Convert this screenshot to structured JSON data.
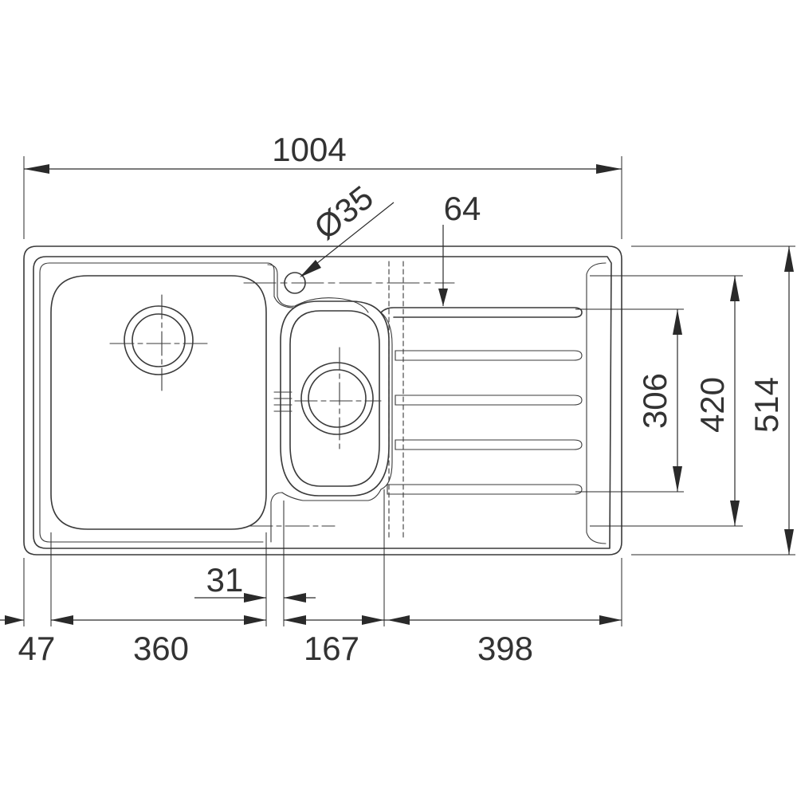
{
  "diagram": {
    "dimensions": {
      "overall_width": "1004",
      "tap_hole_diameter": "Ø35",
      "tap_hole_offset": "64",
      "drainer_depth": "306",
      "bowl_depth": "420",
      "overall_depth": "514",
      "bowl_gap": "31",
      "left_margin": "47",
      "main_bowl_width": "360",
      "second_bowl_width": "167",
      "drainer_width": "398"
    },
    "colors": {
      "line": "#3a3a3a",
      "text": "#333333",
      "background": "#ffffff"
    }
  }
}
